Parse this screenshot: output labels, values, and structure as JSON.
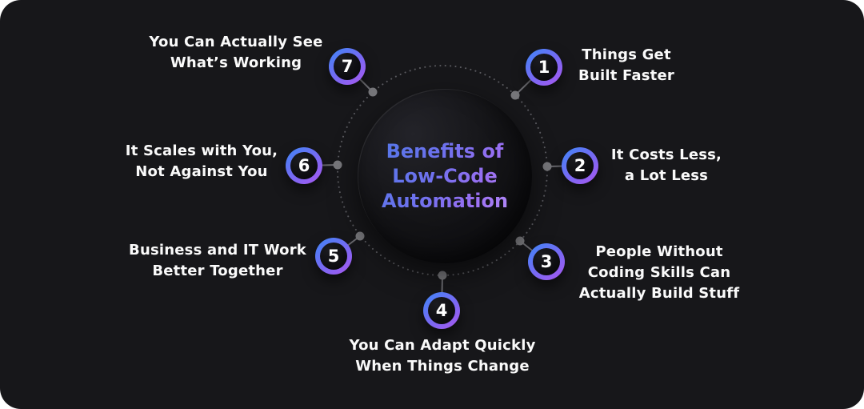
{
  "title": {
    "lines": [
      "Benefits of",
      "Low-Code",
      "Automation"
    ]
  },
  "items": [
    {
      "number": "1",
      "label": "Things Get\nBuilt Faster"
    },
    {
      "number": "2",
      "label": "It Costs Less,\na Lot Less"
    },
    {
      "number": "3",
      "label": "People Without\nCoding Skills Can\nActually Build Stuff"
    },
    {
      "number": "4",
      "label": "You Can Adapt Quickly\nWhen Things Change"
    },
    {
      "number": "5",
      "label": "Business and IT Work\nBetter Together"
    },
    {
      "number": "6",
      "label": "It Scales with You,\nNot Against You"
    },
    {
      "number": "7",
      "label": "You Can Actually See\nWhat’s Working"
    }
  ],
  "colors": {
    "card_background": "#17171a",
    "page_behind": "#ffffff",
    "label_text": "#fafafa",
    "badge_gradient_start": "#4a80f6",
    "badge_gradient_end": "#9d5cf0",
    "title_gradient_start": "#5577e8",
    "title_gradient_end": "#b189f7",
    "connector_line": "#6b6b70",
    "connector_dot": "#77777b",
    "dotted_ring": "#5a5a5f"
  }
}
